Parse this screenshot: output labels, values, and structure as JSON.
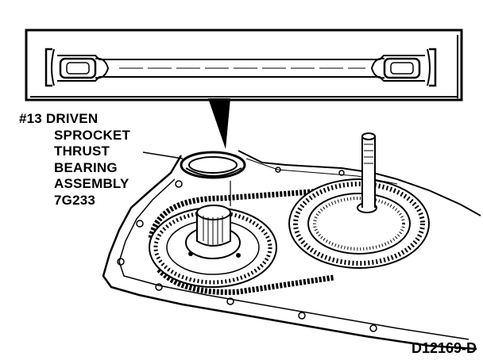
{
  "callout": {
    "lines": [
      "#13 DRIVEN",
      "SPROCKET",
      "THRUST",
      "BEARING",
      "ASSEMBLY",
      "7G233"
    ]
  },
  "figure_id": "D12169-D"
}
